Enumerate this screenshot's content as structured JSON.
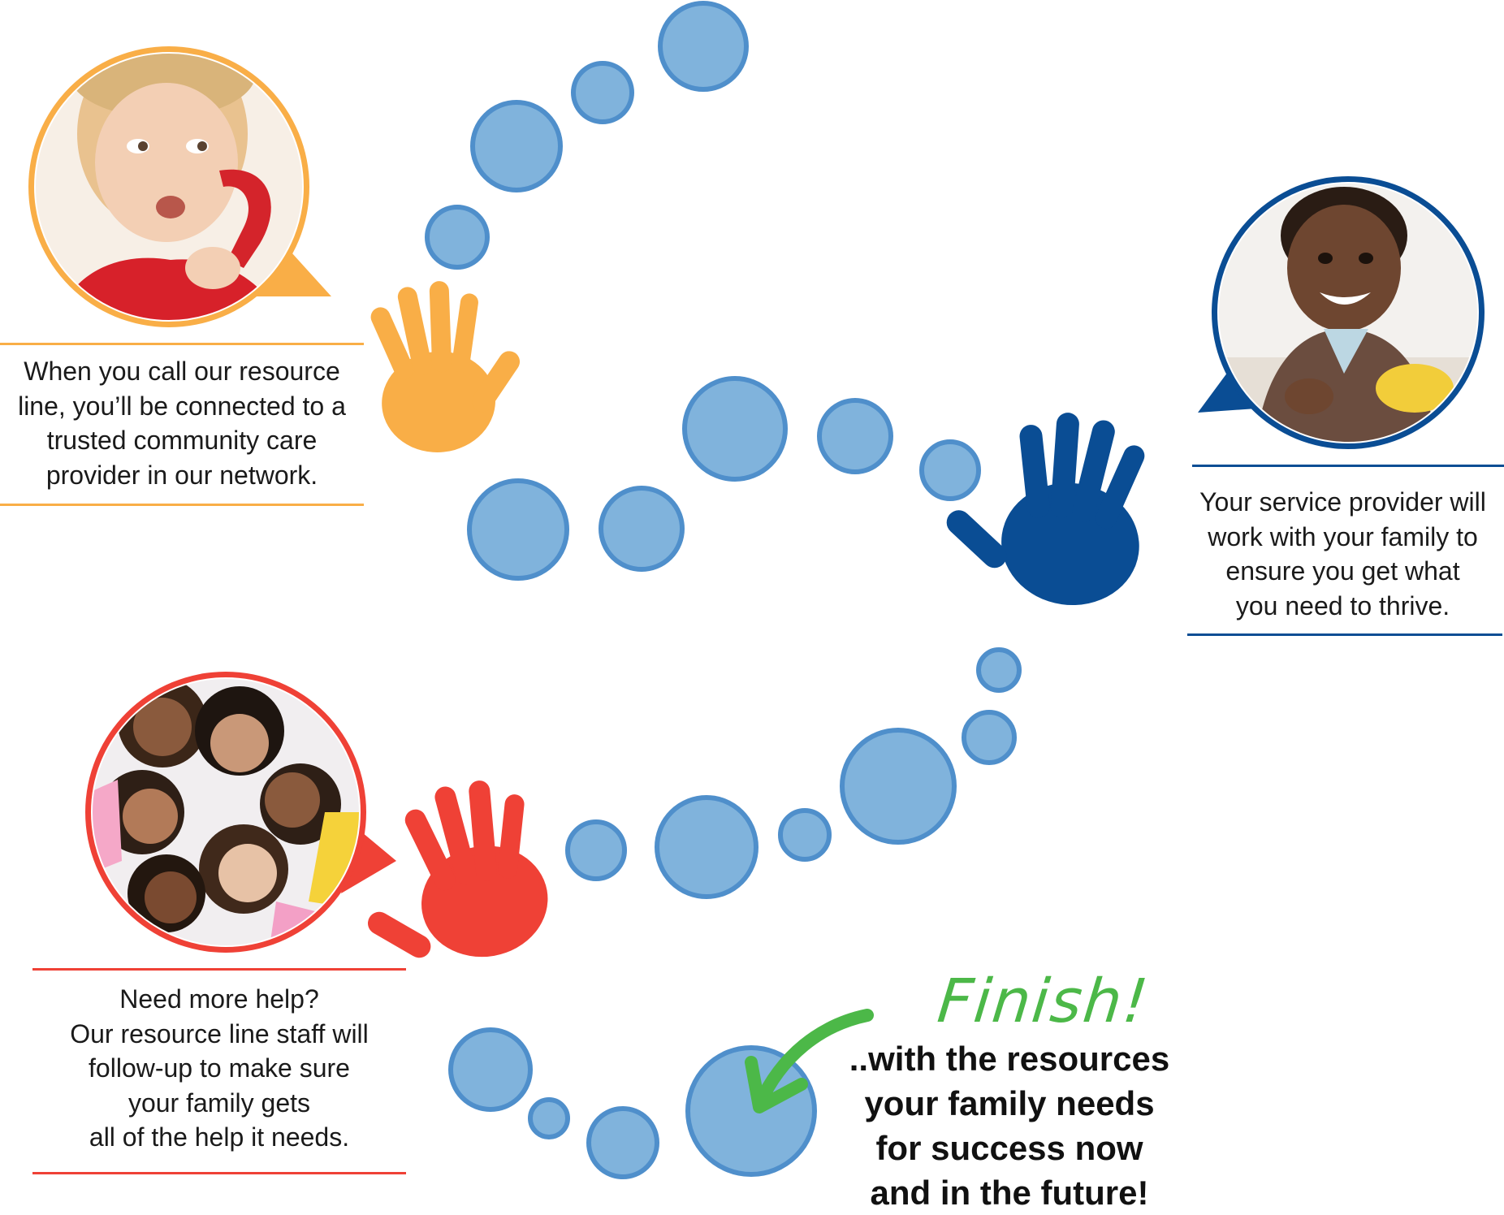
{
  "colors": {
    "bubble_fill": "#80b3dc",
    "bubble_border": "#4f8fcb",
    "step1": "#f9ae47",
    "step2": "#0a4d94",
    "step3": "#ef4136",
    "finish": "#4cb848"
  },
  "steps": [
    {
      "icon": "child-on-phone-photo",
      "lines": [
        "When you call our resource",
        "line, you’ll be connected to a",
        "trusted community care",
        "provider in our network."
      ]
    },
    {
      "icon": "smiling-toddler-photo",
      "lines": [
        "Your service provider will",
        "work with your family to",
        "ensure you get what",
        "you need to thrive."
      ]
    },
    {
      "icon": "group-of-children-photo",
      "lines": [
        "Need more help?",
        "Our resource line staff will",
        "follow-up to make sure",
        "your family gets",
        "all of the help it needs."
      ]
    }
  ],
  "finish": {
    "title": "Finish!",
    "lines": [
      "..with the resources",
      "your family needs",
      "for success now",
      "and in the future!"
    ]
  }
}
